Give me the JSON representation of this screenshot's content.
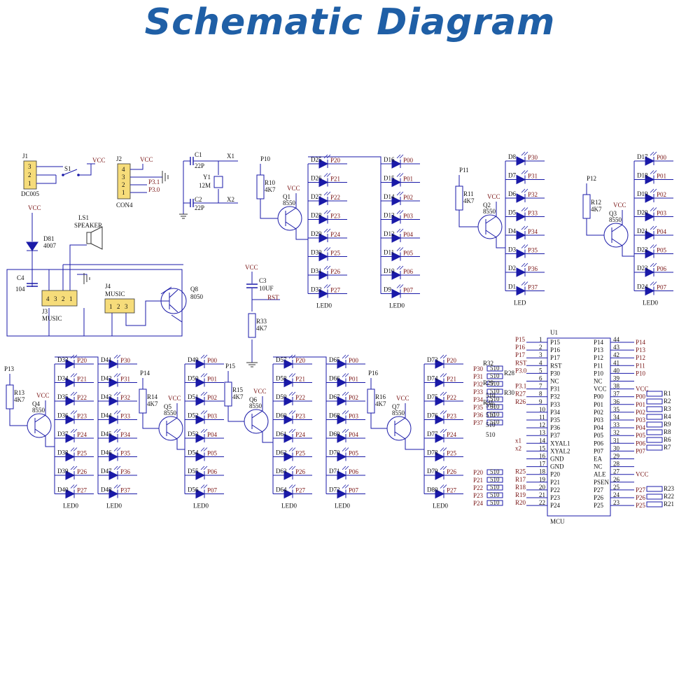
{
  "page": {
    "title": "Schematic Diagram"
  },
  "colors": {
    "title": "#1f5fa6",
    "wire": "#1a1aa8",
    "component": "#1a1aa8",
    "net_label": "#7a1616",
    "connector_fill": "#f6dc7a"
  },
  "power": {
    "j1": {
      "ref": "J1",
      "name": "DC005",
      "pins": [
        "3",
        "2",
        "1"
      ]
    },
    "switch": "S1",
    "vcc": "VCC",
    "j2": {
      "ref": "J2",
      "name": "CON4",
      "pins": [
        "4",
        "3",
        "2",
        "1"
      ],
      "nets": [
        "P3.1",
        "P3.0"
      ]
    }
  },
  "crystal": {
    "c1": "C1",
    "c1_val": "22P",
    "c2": "C2",
    "c2_val": "22P",
    "y1": "Y1",
    "y1_val": "12M",
    "x1": "X1",
    "x2": "X2"
  },
  "music": {
    "d81": "D81",
    "d81_val": "4007",
    "ls1": "LS1",
    "speaker": "SPEAKER",
    "c4": "C4",
    "c4_val": "104",
    "j3": "J3",
    "j3_name": "MUSIC",
    "j3_pins": [
      "4",
      "3",
      "2",
      "1"
    ],
    "j4": "J4",
    "j4_name": "MUSIC",
    "j4_pins": [
      "1",
      "2",
      "3"
    ],
    "q8": "Q8",
    "q8_val": "8050"
  },
  "reset": {
    "vcc": "VCC",
    "c3": "C3",
    "c3_val": "10UF",
    "rst": "RST",
    "r33": "R33",
    "r33_val": "4K7"
  },
  "mcu": {
    "ref": "U1",
    "name": "MCU",
    "left_pins": [
      {
        "no": "1",
        "name": "P15",
        "net": "P15"
      },
      {
        "no": "2",
        "name": "P16",
        "net": "P16"
      },
      {
        "no": "3",
        "name": "P17",
        "net": "P17"
      },
      {
        "no": "4",
        "name": "RST",
        "net": "RST"
      },
      {
        "no": "5",
        "name": "P30",
        "net": "P3.0"
      },
      {
        "no": "6",
        "name": "NC",
        "net": ""
      },
      {
        "no": "7",
        "name": "P31",
        "net": "P3.1"
      },
      {
        "no": "8",
        "name": "P32",
        "net": "R27"
      },
      {
        "no": "9",
        "name": "P33",
        "net": "R26"
      },
      {
        "no": "10",
        "name": "P34",
        "net": ""
      },
      {
        "no": "11",
        "name": "P35",
        "net": ""
      },
      {
        "no": "12",
        "name": "P36",
        "net": ""
      },
      {
        "no": "13",
        "name": "P37",
        "net": ""
      },
      {
        "no": "14",
        "name": "XYAL1",
        "net": "x1"
      },
      {
        "no": "15",
        "name": "XYAL2",
        "net": "x2"
      },
      {
        "no": "16",
        "name": "GND",
        "net": ""
      },
      {
        "no": "17",
        "name": "GND",
        "net": ""
      },
      {
        "no": "18",
        "name": "P20",
        "net": "R25"
      },
      {
        "no": "19",
        "name": "P21",
        "net": "R17"
      },
      {
        "no": "20",
        "name": "P22",
        "net": "R18"
      },
      {
        "no": "21",
        "name": "P23",
        "net": "R19"
      },
      {
        "no": "22",
        "name": "P24",
        "net": "R20"
      }
    ],
    "right_pins": [
      {
        "no": "44",
        "name": "P14",
        "net": "P14"
      },
      {
        "no": "43",
        "name": "P13",
        "net": "P13"
      },
      {
        "no": "42",
        "name": "P12",
        "net": "P12"
      },
      {
        "no": "41",
        "name": "P11",
        "net": "P11"
      },
      {
        "no": "40",
        "name": "P10",
        "net": "P10"
      },
      {
        "no": "39",
        "name": "NC",
        "net": ""
      },
      {
        "no": "38",
        "name": "VCC",
        "net": "VCC"
      },
      {
        "no": "37",
        "name": "P00",
        "net": "P00"
      },
      {
        "no": "36",
        "name": "P01",
        "net": "P01"
      },
      {
        "no": "35",
        "name": "P02",
        "net": "P02"
      },
      {
        "no": "34",
        "name": "P03",
        "net": "P03"
      },
      {
        "no": "33",
        "name": "P04",
        "net": "P04"
      },
      {
        "no": "32",
        "name": "P05",
        "net": "P05"
      },
      {
        "no": "31",
        "name": "P06",
        "net": "P06"
      },
      {
        "no": "30",
        "name": "P07",
        "net": "P07"
      },
      {
        "no": "29",
        "name": "EA",
        "net": ""
      },
      {
        "no": "28",
        "name": "NC",
        "net": ""
      },
      {
        "no": "27",
        "name": "ALE",
        "net": "VCC"
      },
      {
        "no": "26",
        "name": "PSEN",
        "net": ""
      },
      {
        "no": "25",
        "name": "P27",
        "net": "P27"
      },
      {
        "no": "24",
        "name": "P26",
        "net": "P26"
      },
      {
        "no": "23",
        "name": "P25",
        "net": "P25"
      }
    ],
    "left_nets": [
      "P30",
      "P31",
      "P32",
      "P33",
      "P34",
      "P35",
      "P36",
      "P37",
      "P20",
      "P21",
      "P22",
      "P23",
      "P24"
    ],
    "left_resistors": [
      "R32",
      "R28",
      "R29",
      "R30",
      "R31"
    ],
    "right_resistors": [
      "R1",
      "R2",
      "R3",
      "R4",
      "R9",
      "R8",
      "R6",
      "R7",
      "R23",
      "R22",
      "R21"
    ],
    "resistor_value": "510",
    "resistor_labels": [
      "510",
      "510",
      "510",
      "510",
      "510"
    ]
  },
  "led_label": "LED0",
  "led_label_alt": "LED",
  "driver_groups": [
    {
      "port": "P10",
      "r": "R10",
      "r_val": "4K7",
      "q": "Q1",
      "q_val": "8550",
      "vcc": "VCC",
      "left": {
        "leds": [
          "D25",
          "D26",
          "D27",
          "D28",
          "D29",
          "D30",
          "D31",
          "D32"
        ],
        "nets": [
          "P20",
          "P21",
          "P22",
          "P23",
          "P24",
          "P25",
          "P26",
          "P27"
        ]
      },
      "right": {
        "leds": [
          "D16",
          "D15",
          "D14",
          "D13",
          "D12",
          "D11",
          "D10",
          "D9"
        ],
        "nets": [
          "P00",
          "P01",
          "P02",
          "P03",
          "P04",
          "P05",
          "P06",
          "P07"
        ]
      }
    },
    {
      "port": "P11",
      "r": "R11",
      "r_val": "4K7",
      "q": "Q2",
      "q_val": "8550",
      "vcc": "VCC",
      "right": {
        "leds": [
          "D8",
          "D7",
          "D6",
          "D5",
          "D4",
          "D3",
          "D2",
          "D1"
        ],
        "nets": [
          "P30",
          "P31",
          "P32",
          "P33",
          "P34",
          "P35",
          "P36",
          "P37"
        ]
      }
    },
    {
      "port": "P12",
      "r": "R12",
      "r_val": "4K7",
      "q": "Q3",
      "q_val": "8550",
      "vcc": "VCC",
      "right": {
        "leds": [
          "D17",
          "D18",
          "D19",
          "D20",
          "D21",
          "D22",
          "D23",
          "D24"
        ],
        "nets": [
          "P00",
          "P01",
          "P02",
          "P03",
          "P04",
          "P05",
          "P06",
          "P07"
        ]
      }
    },
    {
      "port": "P13",
      "r": "R13",
      "r_val": "4K7",
      "q": "Q4",
      "q_val": "8550",
      "vcc": "VCC",
      "left": {
        "leds": [
          "D33",
          "D34",
          "D35",
          "D36",
          "D37",
          "D38",
          "D39",
          "D40"
        ],
        "nets": [
          "P20",
          "P21",
          "P22",
          "P23",
          "P24",
          "P25",
          "P26",
          "P27"
        ]
      },
      "right": {
        "leds": [
          "D41",
          "D42",
          "D43",
          "D44",
          "D45",
          "D46",
          "D47",
          "D48"
        ],
        "nets": [
          "P30",
          "P31",
          "P32",
          "P33",
          "P34",
          "P35",
          "P36",
          "P37"
        ]
      }
    },
    {
      "port": "P14",
      "r": "R14",
      "r_val": "4K7",
      "q": "Q5",
      "q_val": "8550",
      "vcc": "VCC",
      "right": {
        "leds": [
          "D49",
          "D50",
          "D51",
          "D52",
          "D53",
          "D54",
          "D55",
          "D56"
        ],
        "nets": [
          "P00",
          "P01",
          "P02",
          "P03",
          "P04",
          "P05",
          "P06",
          "P07"
        ]
      }
    },
    {
      "port": "P15",
      "r": "R15",
      "r_val": "4K7",
      "q": "Q6",
      "q_val": "8550",
      "vcc": "VCC",
      "left": {
        "leds": [
          "D57",
          "D58",
          "D59",
          "D60",
          "D61",
          "D62",
          "D63",
          "D64"
        ],
        "nets": [
          "P20",
          "P21",
          "P22",
          "P23",
          "P24",
          "P25",
          "P26",
          "P27"
        ]
      },
      "right": {
        "leds": [
          "D65",
          "D66",
          "D67",
          "D68",
          "D69",
          "D70",
          "D71",
          "D72"
        ],
        "nets": [
          "P00",
          "P01",
          "P02",
          "P03",
          "P04",
          "P05",
          "P06",
          "P07"
        ]
      }
    },
    {
      "port": "P16",
      "r": "R16",
      "r_val": "4K7",
      "q": "Q7",
      "q_val": "8550",
      "vcc": "VCC",
      "right": {
        "leds": [
          "D73",
          "D74",
          "D75",
          "D76",
          "D77",
          "D78",
          "D79",
          "D80"
        ],
        "nets": [
          "P20",
          "P21",
          "P22",
          "P23",
          "P24",
          "P25",
          "P26",
          "P27"
        ]
      }
    }
  ]
}
